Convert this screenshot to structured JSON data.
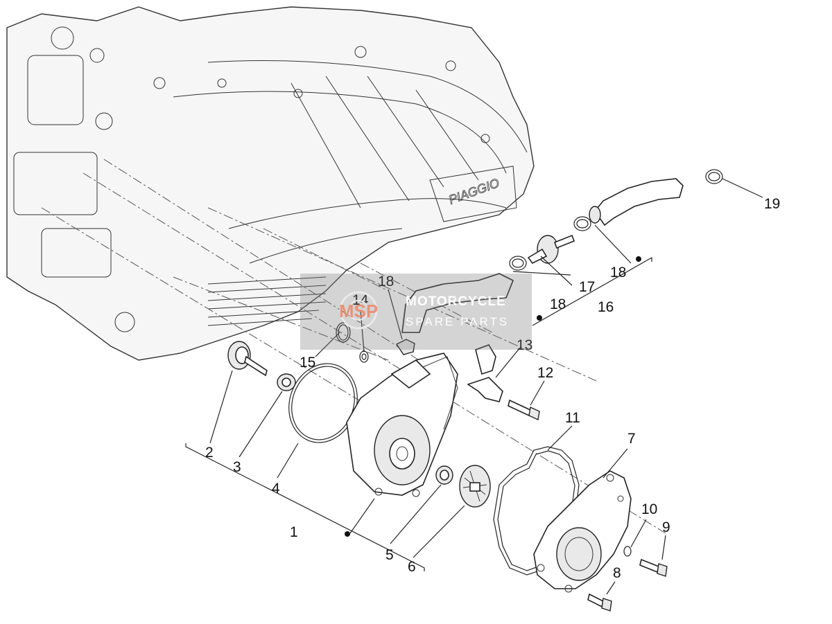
{
  "diagram": {
    "callouts": [
      {
        "id": "c1",
        "text": "1"
      },
      {
        "id": "c2",
        "text": "2"
      },
      {
        "id": "c3",
        "text": "3"
      },
      {
        "id": "c4",
        "text": "4"
      },
      {
        "id": "c5",
        "text": "5"
      },
      {
        "id": "c6",
        "text": "6"
      },
      {
        "id": "c7",
        "text": "7"
      },
      {
        "id": "c8",
        "text": "8"
      },
      {
        "id": "c9",
        "text": "9"
      },
      {
        "id": "c10",
        "text": "10"
      },
      {
        "id": "c11",
        "text": "11"
      },
      {
        "id": "c12",
        "text": "12"
      },
      {
        "id": "c13",
        "text": "13"
      },
      {
        "id": "c14",
        "text": "14"
      },
      {
        "id": "c15",
        "text": "15"
      },
      {
        "id": "c16",
        "text": "16"
      },
      {
        "id": "c17",
        "text": "17"
      },
      {
        "id": "c18a",
        "text": "18"
      },
      {
        "id": "c18b",
        "text": "18"
      },
      {
        "id": "c18c",
        "text": "18"
      },
      {
        "id": "c19",
        "text": "19"
      }
    ]
  },
  "watermark": {
    "logo_text": "MSP",
    "line1": "MOTORCYCLE",
    "line2": "SPARE PARTS",
    "color": "#8a8a8a"
  },
  "engine_cover_brand": "PIAGGIO"
}
